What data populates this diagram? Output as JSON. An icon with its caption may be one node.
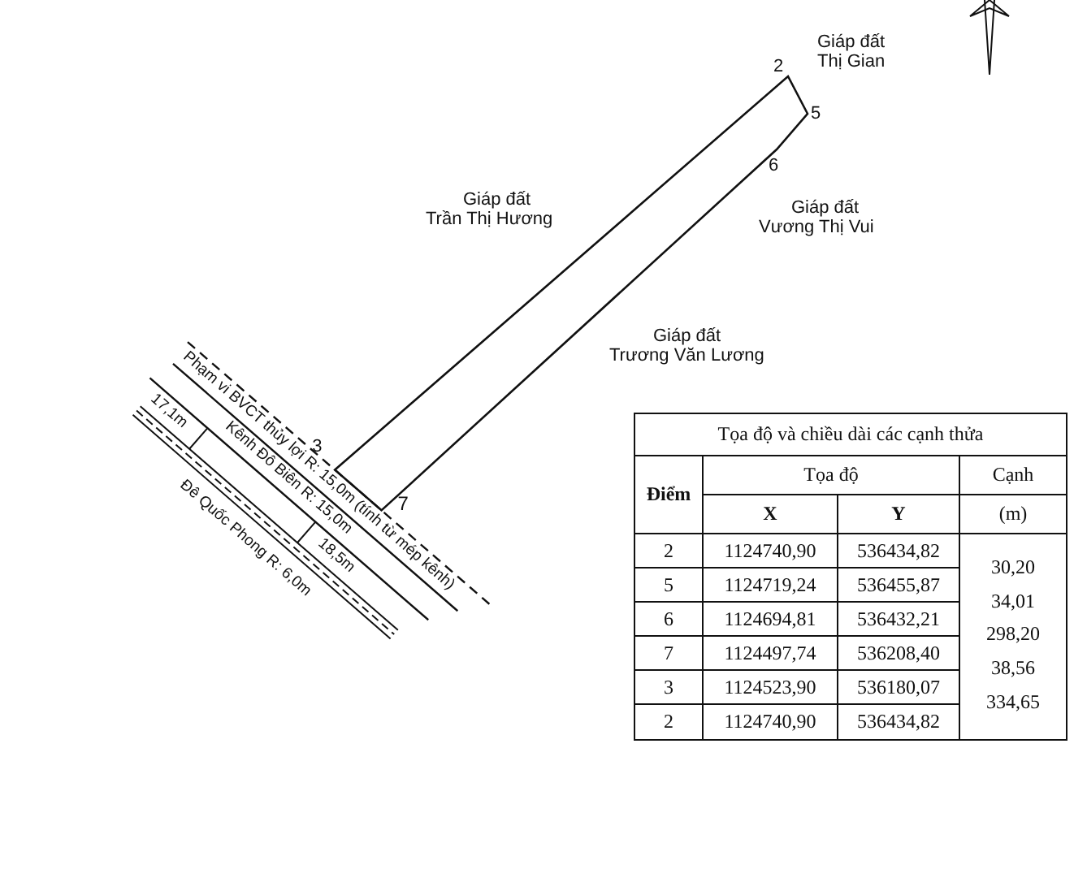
{
  "diagram": {
    "labels": [
      "2",
      "Giáp đất",
      "Thị Gian",
      "5",
      "6",
      "Giáp đất",
      "Trần Thị Hương",
      "Giáp đất",
      "Vương Thị Vui",
      "Giáp đất",
      "Trương Văn Lương",
      "Phạm vi BVCT thủy lợi R: 15,0m (tính từ mép kênh)",
      "3",
      "17,1m",
      "Kênh Đô Biên R: 15,0m",
      "7",
      "18,5m",
      "Đê Quốc Phong R: 6,0m",
      "Tọa độ và chiều dài các cạnh thửa",
      "Điểm",
      "Tọa độ",
      "Cạnh",
      "X",
      "Y",
      "(m)",
      "2",
      "1124740,90",
      "536434,82",
      "30,20",
      "34,01",
      "298,20",
      "38,56",
      "334,65",
      "5",
      "1124719,24",
      "536455,87",
      "6",
      "1124694,81",
      "536432,21",
      "7",
      "1124497,74",
      "536208,40",
      "3",
      "1124523,90",
      "536180,07",
      "2",
      "1124740,90",
      "536434,82"
    ]
  }
}
